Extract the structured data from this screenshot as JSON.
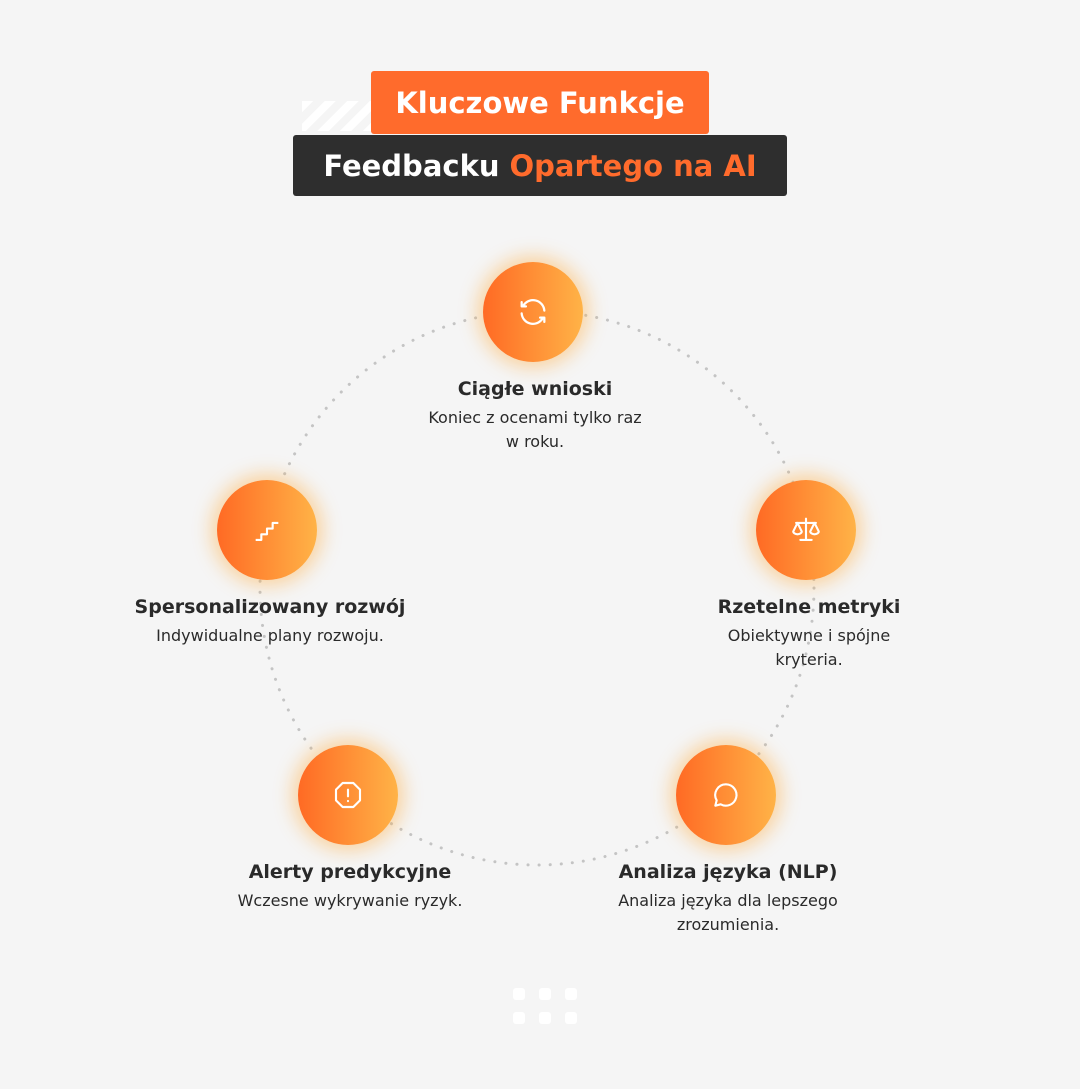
{
  "title": {
    "line1": "Kluczowe Funkcje",
    "line2_white": "Feedbacku",
    "line2_orange": "Opartego na AI"
  },
  "colors": {
    "accent": "#ff6b2c",
    "dark": "#2e2e2e",
    "gradient_end": "#ffb347"
  },
  "features": [
    {
      "icon": "refresh-icon",
      "title": "Ciągłe wnioski",
      "desc": "Koniec z ocenami tylko raz w roku."
    },
    {
      "icon": "scale-icon",
      "title": "Rzetelne metryki",
      "desc": "Obiektywne i spójne kryteria."
    },
    {
      "icon": "chat-bubble-icon",
      "title": "Analiza języka (NLP)",
      "desc": "Analiza języka dla lepszego zrozumienia."
    },
    {
      "icon": "alert-octagon-icon",
      "title": "Alerty predykcyjne",
      "desc": "Wczesne wykrywanie ryzyk."
    },
    {
      "icon": "stairs-icon",
      "title": "Spersonalizowany rozwój",
      "desc": "Indywidualne plany rozwoju."
    }
  ]
}
